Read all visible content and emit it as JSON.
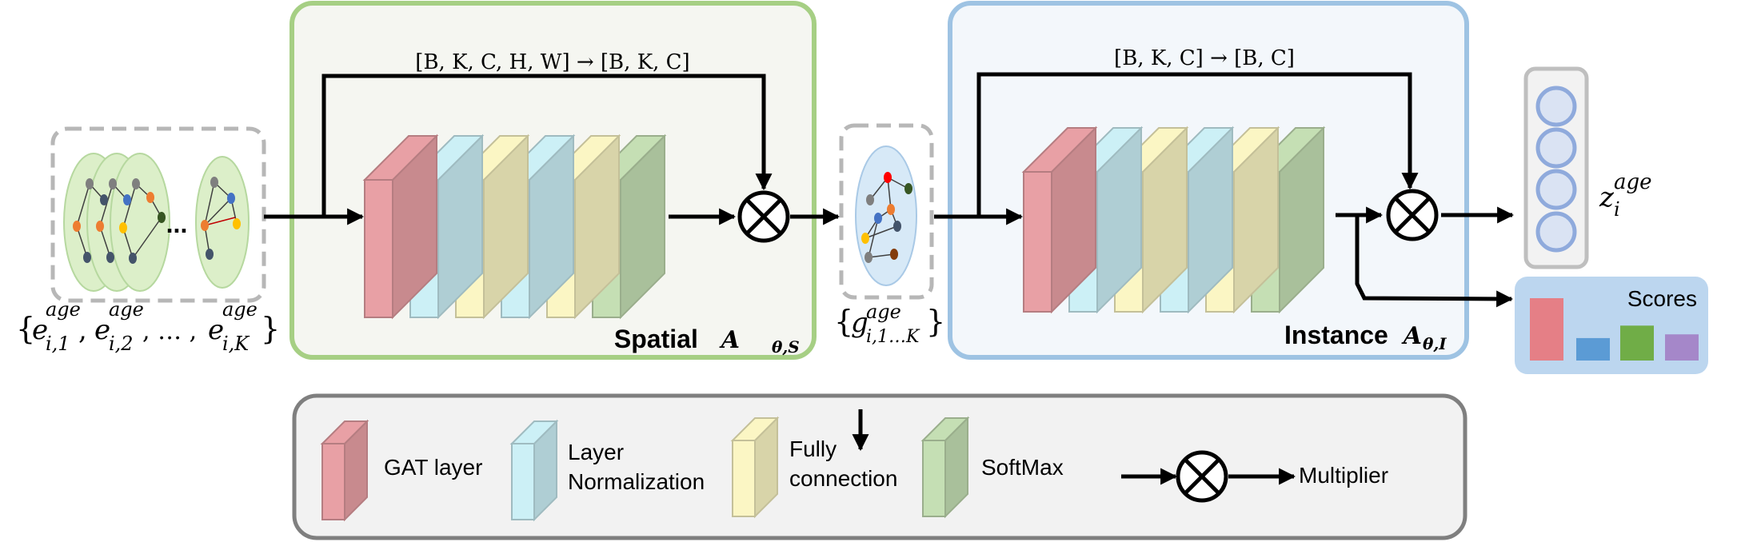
{
  "spatial": {
    "title": "Spatial",
    "symbol_main": "A",
    "symbol_sub": "θ,S",
    "shape_label": "[B, K, C, H, W] → [B, K, C]"
  },
  "instance": {
    "title": "Instance",
    "symbol_main": "A",
    "symbol_sub": "θ,I",
    "shape_label": "[B, K, C] → [B, C]"
  },
  "input": {
    "ellipsis": "...",
    "label_open": "{",
    "label_close": "}",
    "e1_base": "e",
    "e1_sup": "age",
    "e1_sub": "i,1",
    "e2_base": "e",
    "e2_sup": "age",
    "e2_sub": "i,2",
    "dots": ", … ,",
    "comma": ",",
    "ek_base": "e",
    "ek_sup": "age",
    "ek_sub": "i,K"
  },
  "middle": {
    "label_open": "{",
    "label_close": "}",
    "g_base": "g",
    "g_sup": "age",
    "g_sub": "i,1…K"
  },
  "output": {
    "z_base": "z",
    "z_sup": "age",
    "z_sub": "i",
    "scores_label": "Scores",
    "scores_values": [
      1.0,
      0.36,
      0.56,
      0.42
    ]
  },
  "legend": {
    "gat": "GAT layer",
    "ln_line1": "Layer",
    "ln_line2": "Normalization",
    "fc_line1": "Fully",
    "fc_line2": "connection",
    "softmax": "SoftMax",
    "multiplier": "Multiplier"
  },
  "colors": {
    "spatial_border": "#a6cf84",
    "spatial_fill": "#f5f6f1",
    "instance_border": "#9ec3e3",
    "instance_fill": "#f3f7fb",
    "gat": "#e8a0a5",
    "layer_norm": "#ccf0f6",
    "fully_connection": "#fbf6c4",
    "softmax": "#c5dfb4",
    "scores_panel": "#bcd6ef",
    "score_bars": [
      "#e57f86",
      "#5b9bd5",
      "#70ad47",
      "#a587c9"
    ],
    "legend_border": "#7f7f7f",
    "legend_fill": "#f2f2f2"
  }
}
